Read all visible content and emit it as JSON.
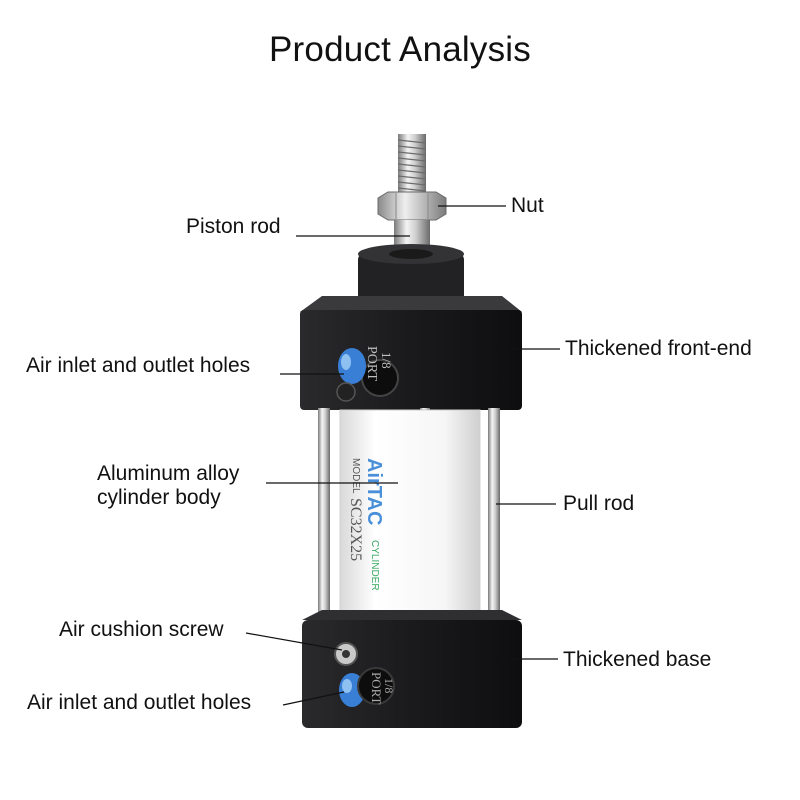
{
  "title": "Product Analysis",
  "labels": {
    "nut": "Nut",
    "piston_rod": "Piston rod",
    "front_end": "Thickened front-end",
    "air_holes_top": "Air inlet and outlet holes",
    "body_line1": "Aluminum alloy",
    "body_line2": "cylinder body",
    "pull_rod": "Pull rod",
    "cushion_screw": "Air cushion screw",
    "base": "Thickened base",
    "air_holes_bottom": "Air inlet and outlet holes"
  },
  "cylinder_print": {
    "brand": "AirTAC",
    "model_label": "MODEL",
    "model": "SC32X25",
    "type_label": "CYLINDER",
    "port_top": "PORT",
    "port_top_size": "1/8",
    "port_bottom": "PORT",
    "port_bottom_size": "1/8"
  },
  "colors": {
    "block": "#1c1c1e",
    "fitting_blue": "#3a7fd6",
    "brand_blue": "#4a90d9",
    "brand_green": "#39a860"
  }
}
